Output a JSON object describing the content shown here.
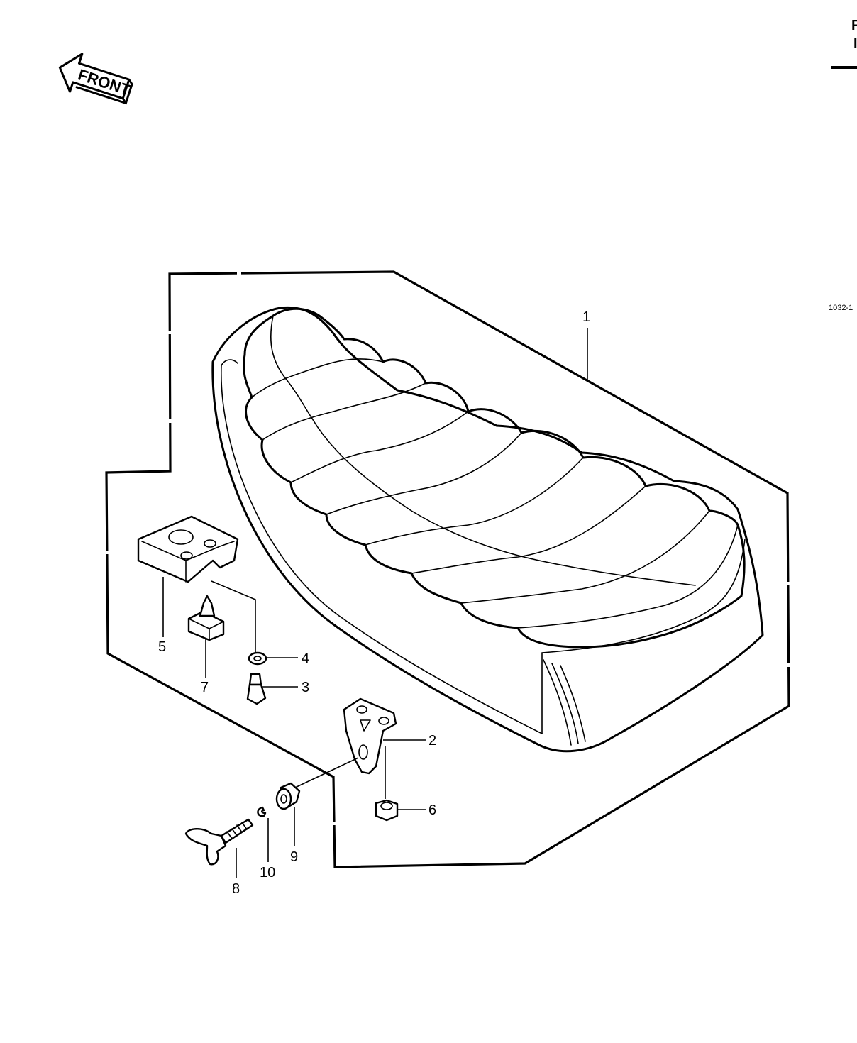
{
  "drawing": {
    "reference_code": "1032-1",
    "front_arrow_label": "FRONT",
    "corner_glyph_top": "F",
    "corner_glyph_bottom": "I"
  },
  "callouts": [
    {
      "num": "1",
      "part": "seat"
    },
    {
      "num": "2",
      "part": "seat-bracket"
    },
    {
      "num": "3",
      "part": "bolt"
    },
    {
      "num": "4",
      "part": "lock-washer"
    },
    {
      "num": "5",
      "part": "mounting-plate"
    },
    {
      "num": "6",
      "part": "nut"
    },
    {
      "num": "7",
      "part": "rubber-damper"
    },
    {
      "num": "8",
      "part": "wing-bolt"
    },
    {
      "num": "9",
      "part": "collar"
    },
    {
      "num": "10",
      "part": "snap-ring"
    }
  ]
}
